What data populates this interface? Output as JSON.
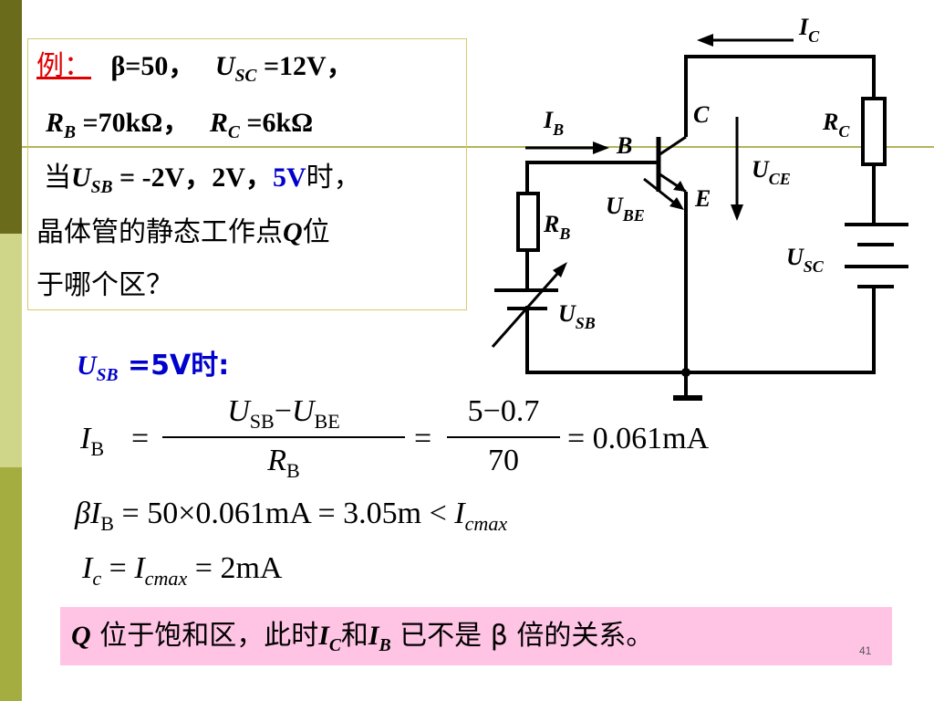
{
  "question": {
    "label": "例：",
    "line1_beta": "β=50，",
    "line1_usc_sym": "U",
    "line1_usc_sub": "SC",
    "line1_usc_val": " =12V，",
    "line2_rb_sym": "R",
    "line2_rb_sub": "B",
    "line2_rb_val": " =70kΩ，",
    "line2_rc_sym": "R",
    "line2_rc_sub": "C",
    "line2_rc_val": " =6kΩ",
    "line3_prefix": "当",
    "line3_usb_sym": "U",
    "line3_usb_sub": "SB",
    "line3_vals": " = -2V，2V，",
    "line3_highlight": "5V",
    "line3_suffix": "时，",
    "line4_text": "晶体管的静态工作点",
    "line4_q": "Q",
    "line4_suffix": "位",
    "line5_text": "于哪个区？"
  },
  "case_heading": {
    "sym": "U",
    "sub": "SB",
    "rest": " =5V时:"
  },
  "equations": {
    "eq1": {
      "lhs": "I",
      "lhs_sub": "B",
      "eq": "=",
      "num1": "U",
      "num1_sub": "SB",
      "minus": "−",
      "num2": "U",
      "num2_sub": "BE",
      "den1": "R",
      "den1_sub": "B",
      "eq2": "=",
      "num_val": "5−0.7",
      "den_val": "70",
      "result": "= 0.061mA"
    },
    "eq2": {
      "text_beta": "β",
      "sym": "I",
      "sub": "B",
      "rest": " = 50×0.061mA = 3.05m < ",
      "sym2": "I",
      "sub2": "cmax"
    },
    "eq3": {
      "sym": "I",
      "sub": "c",
      "eq": " = ",
      "sym2": "I",
      "sub2": "cmax",
      "rest": " = 2mA"
    }
  },
  "conclusion": {
    "q": "Q",
    "text1": " 位于饱和区，此时",
    "ic_sym": "I",
    "ic_sub": "C",
    "text2": "和",
    "ib_sym": "I",
    "ib_sub": "B",
    "text3": " 已不是 β 倍的关系。"
  },
  "page_number": "41",
  "circuit_labels": {
    "ic": "I",
    "ic_sub": "C",
    "ib": "I",
    "ib_sub": "B",
    "c": "C",
    "b": "B",
    "e": "E",
    "rc": "R",
    "rc_sub": "C",
    "rb": "R",
    "rb_sub": "B",
    "uce": "U",
    "uce_sub": "CE",
    "ube": "U",
    "ube_sub": "BE",
    "usc": "U",
    "usc_sub": "SC",
    "usb": "U",
    "usb_sub": "SB"
  },
  "colors": {
    "note_bg": "#ffc4e4",
    "highlight_blue": "#0000cc",
    "label_red": "#e00000"
  }
}
